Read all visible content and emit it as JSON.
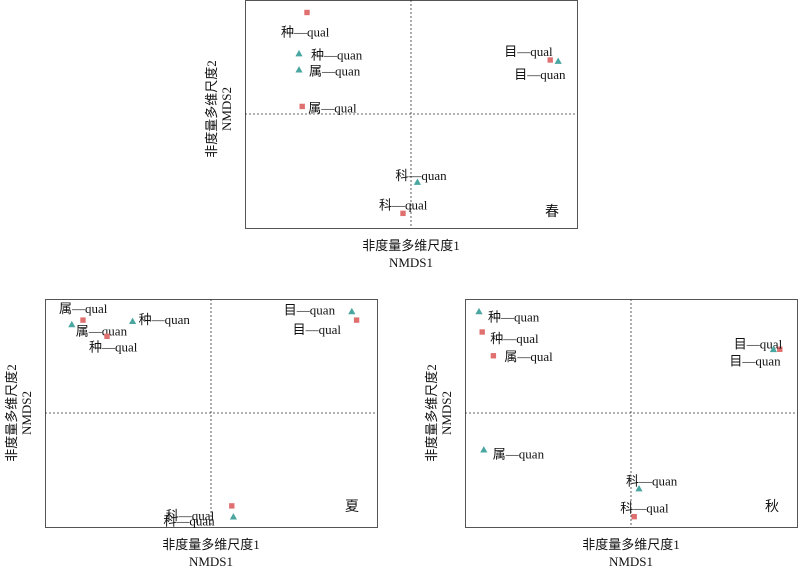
{
  "colors": {
    "qual": "#e07070",
    "quan": "#4aa6a0",
    "frame": "#555555"
  },
  "chart_data": [
    {
      "type": "scatter",
      "season_label": "春",
      "xlabel": "非度量多维尺度1",
      "xlabel_en": "NMDS1",
      "ylabel": "非度量多维尺度2",
      "ylabel_en": "NMDS2",
      "xlim": [
        -1,
        1
      ],
      "ylim": [
        -1,
        1
      ],
      "reference_lines": {
        "x": 0,
        "y": 0
      },
      "points": [
        {
          "label": "种—qual",
          "group": "qual",
          "x": -0.65,
          "y": 0.94
        },
        {
          "label": "种—quan",
          "group": "quan",
          "x": -0.7,
          "y": 0.56
        },
        {
          "label": "属—quan",
          "group": "quan",
          "x": -0.7,
          "y": 0.41
        },
        {
          "label": "属—qual",
          "group": "qual",
          "x": -0.68,
          "y": 0.07
        },
        {
          "label": "目—qual",
          "group": "qual",
          "x": 0.87,
          "y": 0.5
        },
        {
          "label": "目—quan",
          "group": "quan",
          "x": 0.92,
          "y": 0.49
        },
        {
          "label": "科—quan",
          "group": "quan",
          "x": 0.04,
          "y": -0.63
        },
        {
          "label": "科—qual",
          "group": "qual",
          "x": -0.05,
          "y": -0.92
        }
      ]
    },
    {
      "type": "scatter",
      "season_label": "夏",
      "xlabel": "非度量多维尺度1",
      "xlabel_en": "NMDS1",
      "ylabel": "非度量多维尺度2",
      "ylabel_en": "NMDS2",
      "xlim": [
        -1,
        1
      ],
      "ylim": [
        -1,
        1
      ],
      "reference_lines": {
        "x": 0,
        "y": 0
      },
      "points": [
        {
          "label": "属—qual",
          "group": "qual",
          "x": -0.8,
          "y": 0.86
        },
        {
          "label": "属—quan",
          "group": "quan",
          "x": -0.87,
          "y": 0.82
        },
        {
          "label": "种—quan",
          "group": "quan",
          "x": -0.49,
          "y": 0.85
        },
        {
          "label": "种—qual",
          "group": "qual",
          "x": -0.65,
          "y": 0.71
        },
        {
          "label": "目—quan",
          "group": "quan",
          "x": 0.88,
          "y": 0.94
        },
        {
          "label": "目—qual",
          "group": "qual",
          "x": 0.91,
          "y": 0.86
        },
        {
          "label": "科—qual",
          "group": "qual",
          "x": 0.13,
          "y": -0.86
        },
        {
          "label": "科—quan",
          "group": "quan",
          "x": 0.14,
          "y": -0.96
        }
      ]
    },
    {
      "type": "scatter",
      "season_label": "秋",
      "xlabel": "非度量多维尺度1",
      "xlabel_en": "NMDS1",
      "ylabel": "非度量多维尺度2",
      "ylabel_en": "NMDS2",
      "xlim": [
        -1,
        1
      ],
      "ylim": [
        -1,
        1
      ],
      "reference_lines": {
        "x": 0,
        "y": 0
      },
      "points": [
        {
          "label": "种—quan",
          "group": "quan",
          "x": -0.95,
          "y": 0.94
        },
        {
          "label": "种—qual",
          "group": "qual",
          "x": -0.93,
          "y": 0.75
        },
        {
          "label": "属—qual",
          "group": "qual",
          "x": -0.86,
          "y": 0.53
        },
        {
          "label": "目—qual",
          "group": "qual",
          "x": 0.93,
          "y": 0.59
        },
        {
          "label": "目—quan",
          "group": "quan",
          "x": 0.89,
          "y": 0.59
        },
        {
          "label": "属—quan",
          "group": "quan",
          "x": -0.92,
          "y": -0.34
        },
        {
          "label": "科—quan",
          "group": "quan",
          "x": 0.05,
          "y": -0.7
        },
        {
          "label": "科—qual",
          "group": "qual",
          "x": 0.02,
          "y": -0.96
        }
      ]
    }
  ]
}
